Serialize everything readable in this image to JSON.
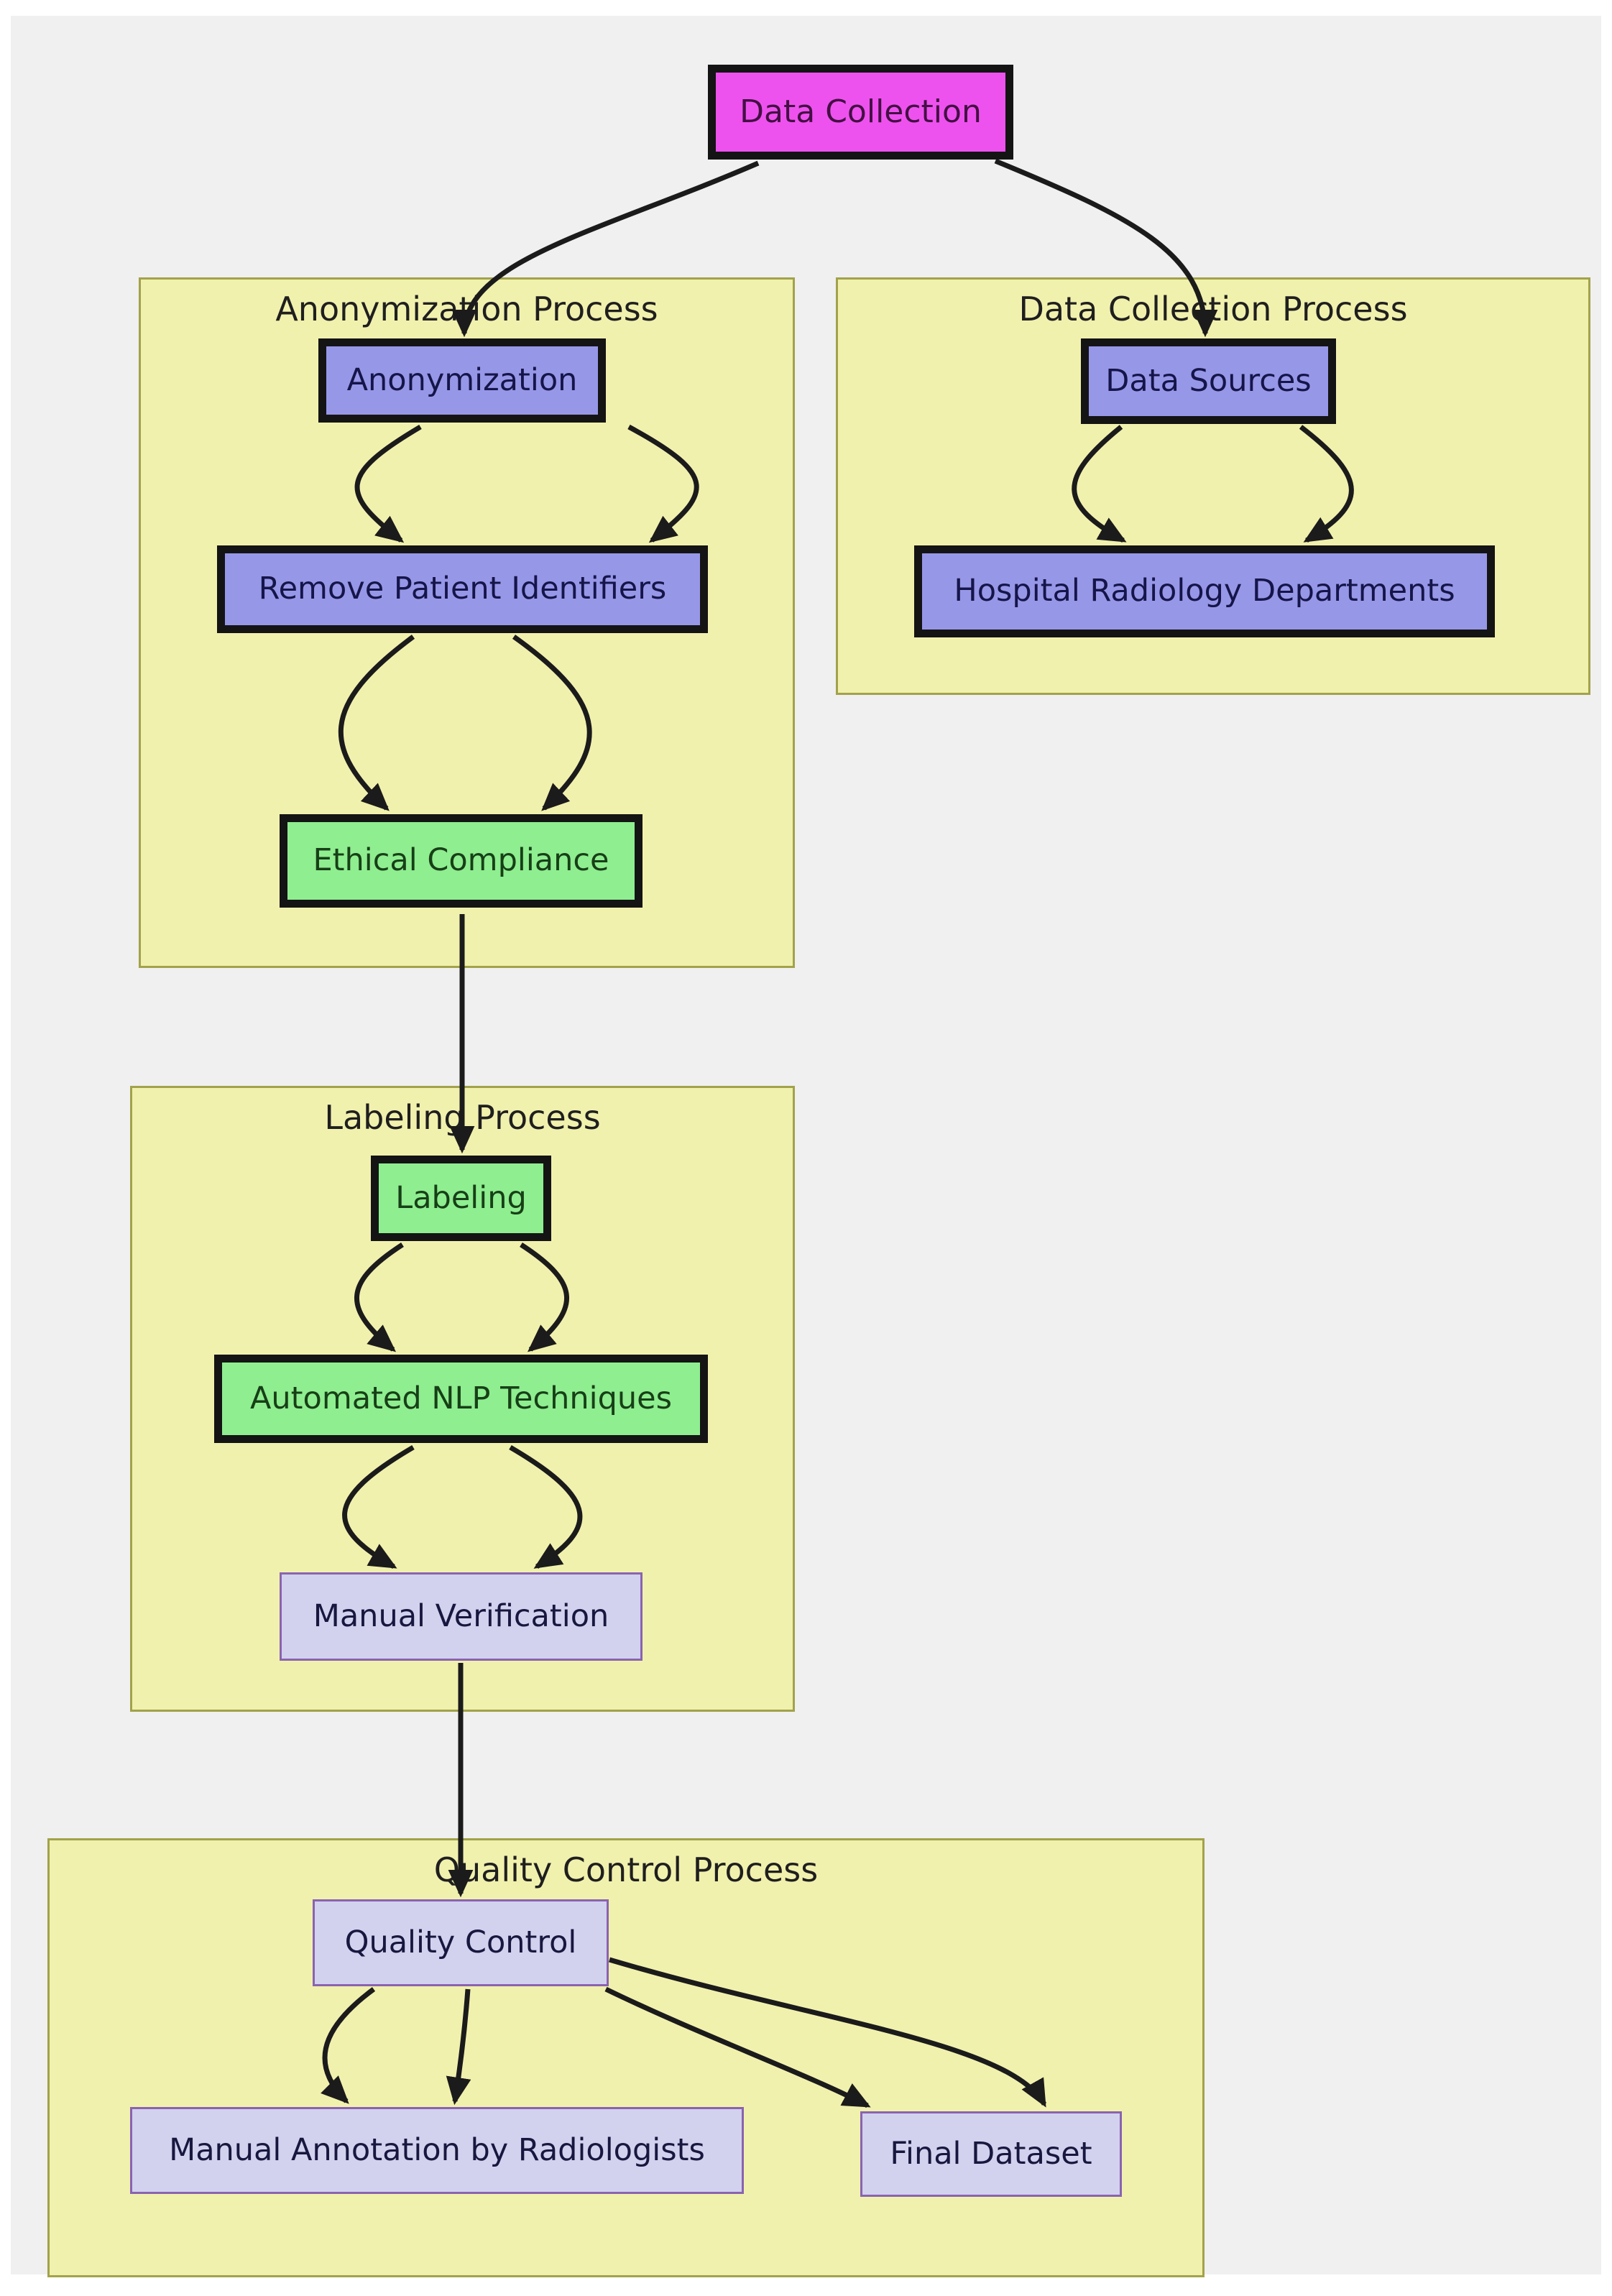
{
  "colors": {
    "page_background": "#ffffff",
    "canvas_background": "#f0f0f1",
    "subgraph_fill": "#f1f1ae",
    "subgraph_border": "#a2a24b",
    "node_periwinkle": "#9797e8",
    "node_green": "#8fee90",
    "node_magenta": "#ee52ee",
    "node_lavender": "#d2d2ee",
    "lavender_border": "#8a63b0",
    "thick_border": "#141414",
    "edge": "#1b1b1b"
  },
  "subgraphs": [
    {
      "id": "anonymization_process",
      "title": "Anonymization Process"
    },
    {
      "id": "data_collection_process",
      "title": "Data Collection Process"
    },
    {
      "id": "labeling_process",
      "title": "Labeling Process"
    },
    {
      "id": "quality_control_process",
      "title": "Quality Control Process"
    }
  ],
  "nodes": {
    "data_collection": {
      "label": "Data Collection"
    },
    "anonymization": {
      "label": "Anonymization"
    },
    "remove_patient_identifiers": {
      "label": "Remove Patient Identifiers"
    },
    "ethical_compliance": {
      "label": "Ethical Compliance"
    },
    "data_sources": {
      "label": "Data Sources"
    },
    "hospital_radiology_departments": {
      "label": "Hospital Radiology Departments"
    },
    "labeling": {
      "label": "Labeling"
    },
    "automated_nlp_techniques": {
      "label": "Automated NLP Techniques"
    },
    "manual_verification": {
      "label": "Manual Verification"
    },
    "quality_control": {
      "label": "Quality Control"
    },
    "manual_annotation_by_radiologists": {
      "label": "Manual Annotation by Radiologists"
    },
    "final_dataset": {
      "label": "Final Dataset"
    }
  },
  "edges": [
    {
      "from": "data_collection",
      "to": "anonymization"
    },
    {
      "from": "data_collection",
      "to": "data_sources"
    },
    {
      "from": "anonymization",
      "to": "remove_patient_identifiers"
    },
    {
      "from": "anonymization",
      "to": "remove_patient_identifiers"
    },
    {
      "from": "remove_patient_identifiers",
      "to": "ethical_compliance"
    },
    {
      "from": "remove_patient_identifiers",
      "to": "ethical_compliance"
    },
    {
      "from": "ethical_compliance",
      "to": "labeling"
    },
    {
      "from": "data_sources",
      "to": "hospital_radiology_departments"
    },
    {
      "from": "data_sources",
      "to": "hospital_radiology_departments"
    },
    {
      "from": "labeling",
      "to": "automated_nlp_techniques"
    },
    {
      "from": "labeling",
      "to": "automated_nlp_techniques"
    },
    {
      "from": "automated_nlp_techniques",
      "to": "manual_verification"
    },
    {
      "from": "automated_nlp_techniques",
      "to": "manual_verification"
    },
    {
      "from": "manual_verification",
      "to": "quality_control"
    },
    {
      "from": "quality_control",
      "to": "manual_annotation_by_radiologists"
    },
    {
      "from": "quality_control",
      "to": "manual_annotation_by_radiologists"
    },
    {
      "from": "quality_control",
      "to": "final_dataset"
    },
    {
      "from": "quality_control",
      "to": "final_dataset"
    }
  ]
}
